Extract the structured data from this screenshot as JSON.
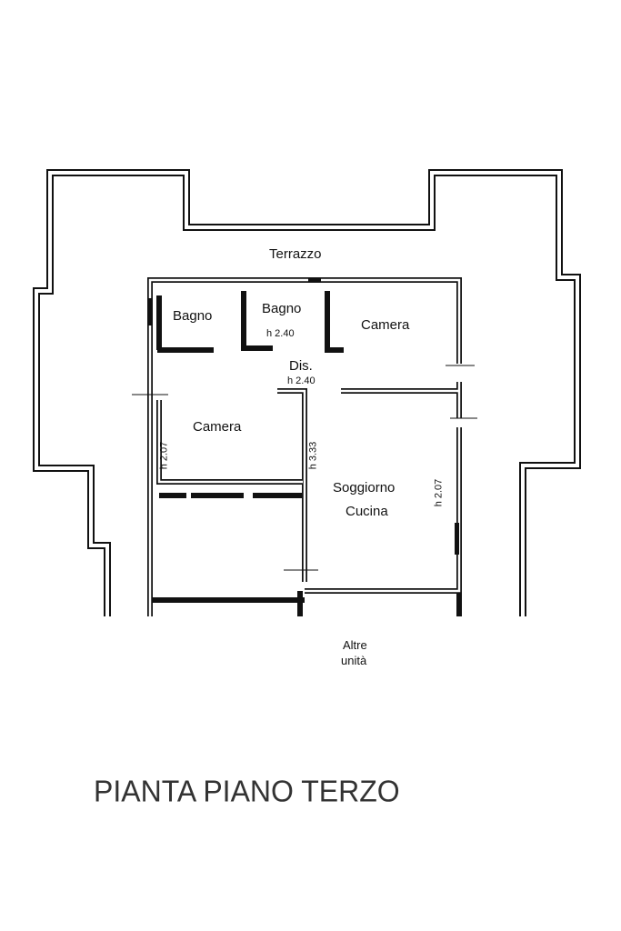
{
  "plan": {
    "rooms": {
      "terrazzo": "Terrazzo",
      "bagno_left": "Bagno",
      "bagno_mid": "Bagno",
      "camera_top": "Camera",
      "dis": "Dis.",
      "camera_left": "Camera",
      "soggiorno_line1": "Soggiorno",
      "soggiorno_line2": "Cucina",
      "altre_line1": "Altre",
      "altre_line2": "unità"
    },
    "heights": {
      "bagno_mid": "h 2.40",
      "dis": "h 2.40",
      "camera_left": "h 2.07",
      "corridor": "h 3.33",
      "soggiorno": "h 2.07"
    }
  },
  "title": "PIANTA PIANO TERZO"
}
